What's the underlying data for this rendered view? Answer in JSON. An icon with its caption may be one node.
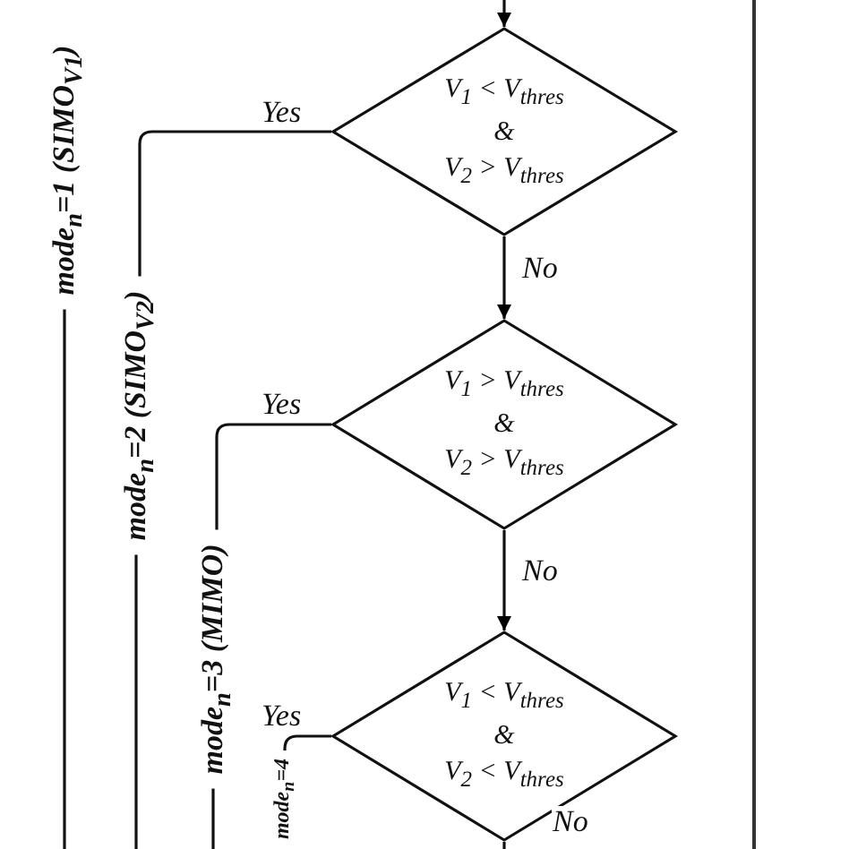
{
  "diagram": {
    "nodes": [
      {
        "text": [
          "V$_{1}$ < V$_{thres}$",
          "&",
          "V$_{2}$ > V$_{thres}$"
        ]
      },
      {
        "text": [
          "V$_{1}$ > V$_{thres}$",
          "&",
          "V$_{2}$ > V$_{thres}$"
        ]
      },
      {
        "text": [
          "V$_{1}$ < V$_{thres}$",
          "&",
          "V$_{2}$ < V$_{thres}$"
        ]
      },
      {
        "text": [
          "mode$_{n}$=1 (SIMO$_{V1}$)"
        ]
      },
      {
        "text": [
          "mode$_{n}$=2 (SIMO$_{V2}$)"
        ]
      },
      {
        "text": [
          "mode$_{n}$=3 (MIMO)"
        ]
      },
      {
        "text": [
          "mode$_{n}$=4"
        ]
      }
    ],
    "edges": [
      {
        "from": null,
        "to": 0,
        "arrow": "to"
      },
      {
        "from": 0,
        "to": 1,
        "arrow": "to",
        "label": "No"
      },
      {
        "from": 1,
        "to": 2,
        "arrow": "to",
        "label": "No"
      },
      {
        "from": 0,
        "to": 4,
        "arrow": "none",
        "label": "Yes"
      },
      {
        "from": 1,
        "to": 5,
        "arrow": "none",
        "label": "Yes"
      },
      {
        "from": 2,
        "to": 6,
        "arrow": "none",
        "label": "Yes"
      },
      {
        "from": 2,
        "to": null,
        "arrow": "none",
        "label": "No"
      },
      {
        "from": 3,
        "to": null,
        "arrow": "none"
      },
      {
        "from": 4,
        "to": null,
        "arrow": "none"
      },
      {
        "from": 5,
        "to": null,
        "arrow": "none"
      }
    ]
  }
}
